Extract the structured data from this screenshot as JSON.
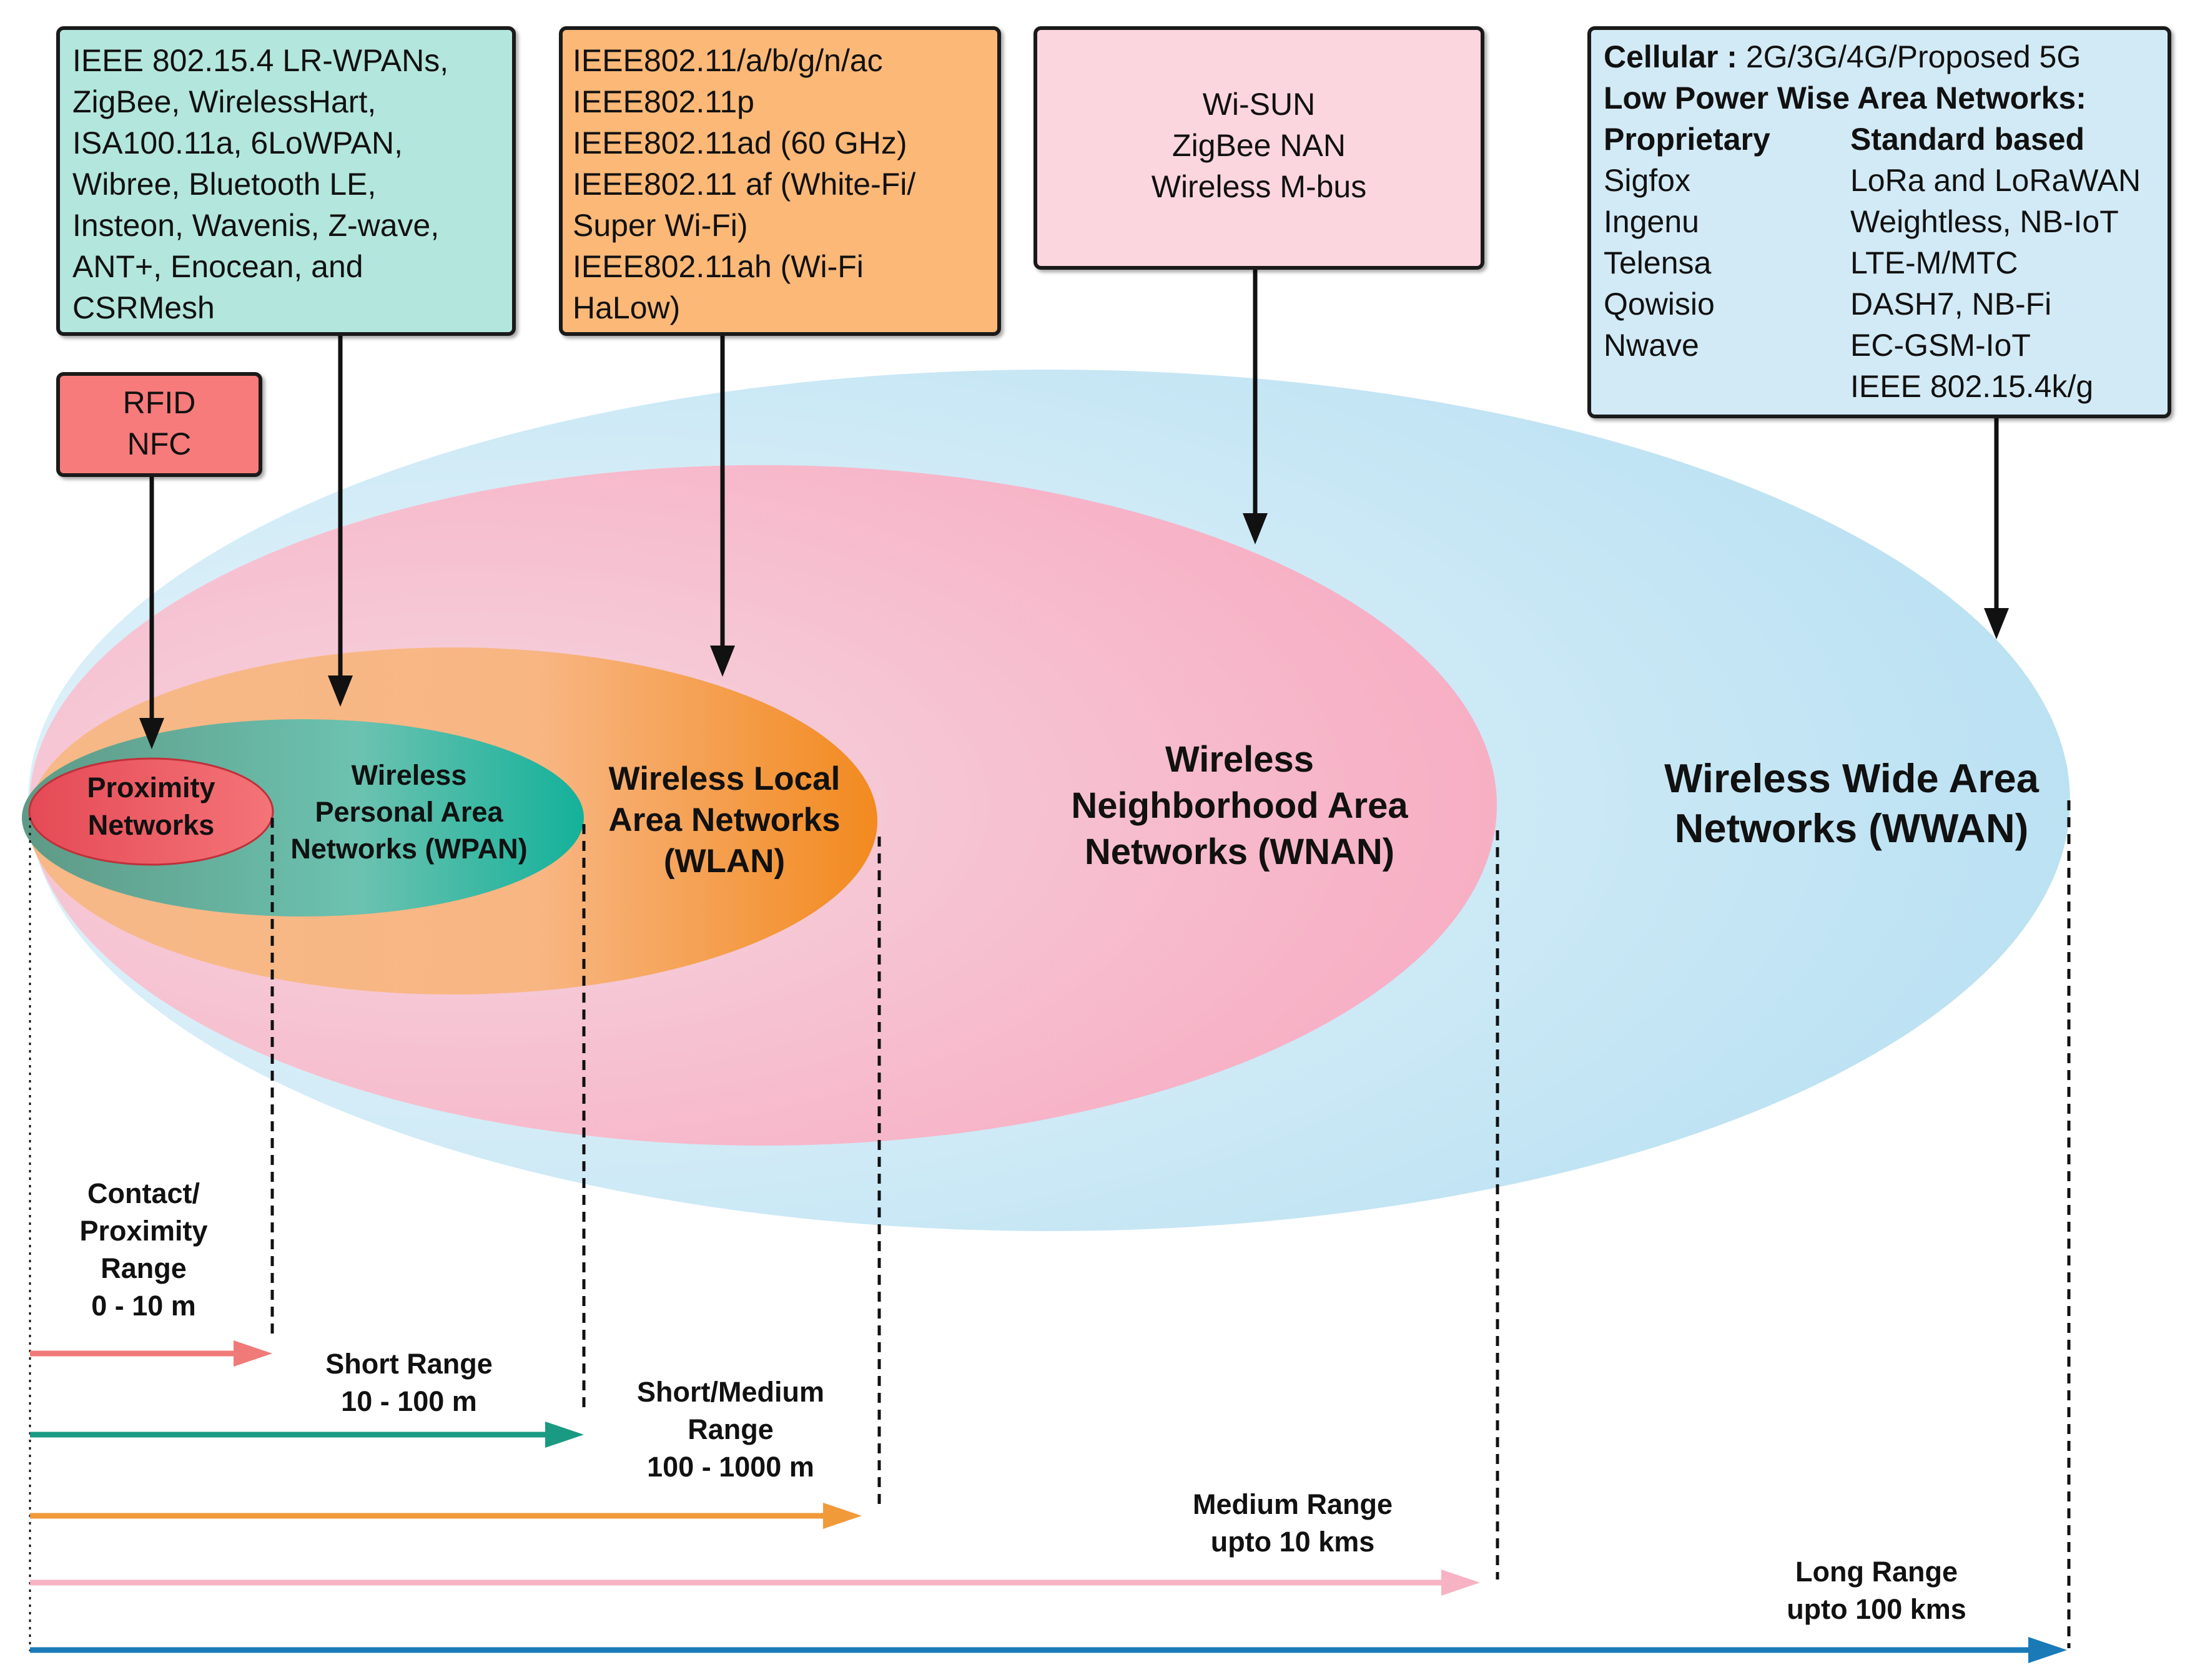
{
  "boxes": {
    "wpan": [
      "IEEE 802.15.4 LR-WPANs,",
      "ZigBee, WirelessHart,",
      "ISA100.11a, 6LoWPAN,",
      "Wibree, Bluetooth LE,",
      "Insteon, Wavenis, Z-wave,",
      "ANT+, Enocean, and",
      "CSRMesh"
    ],
    "wlan": [
      "IEEE802.11/a/b/g/n/ac",
      "IEEE802.11p",
      "IEEE802.11ad (60 GHz)",
      "IEEE802.11 af (White-Fi/",
      "Super Wi-Fi)",
      "IEEE802.11ah (Wi-Fi",
      "HaLow)"
    ],
    "wnan": [
      "Wi-SUN",
      "ZigBee NAN",
      "Wireless M-bus"
    ],
    "rfid": [
      "RFID",
      "NFC"
    ],
    "wwan": {
      "cellular_label": "Cellular :",
      "cellular_value": " 2G/3G/4G/Proposed 5G",
      "lpwan_title": "Low Power Wise Area Networks:",
      "col1_header": "Proprietary",
      "col2_header": "Standard based",
      "rows": [
        {
          "prop": "Sigfox",
          "std": "LoRa and LoRaWAN"
        },
        {
          "prop": "Ingenu",
          "std": "Weightless, NB-IoT"
        },
        {
          "prop": "Telensa",
          "std": "LTE-M/MTC"
        },
        {
          "prop": "Qowisio",
          "std": "DASH7, NB-Fi"
        },
        {
          "prop": "Nwave",
          "std": "EC-GSM-IoT"
        },
        {
          "prop": "",
          "std": "IEEE 802.15.4k/g"
        }
      ]
    }
  },
  "networks": {
    "proximity": [
      "Proximity",
      "Networks"
    ],
    "wpan": [
      "Wireless",
      "Personal Area",
      "Networks (WPAN)"
    ],
    "wlan": [
      "Wireless Local",
      "Area Networks",
      "(WLAN)"
    ],
    "wnan": [
      "Wireless",
      "Neighborhood Area",
      "Networks  (WNAN)"
    ],
    "wwan": [
      "Wireless Wide Area",
      "Networks (WWAN)"
    ]
  },
  "ranges": {
    "contact": [
      "Contact/",
      "Proximity",
      "Range",
      "0 - 10 m"
    ],
    "short": [
      "Short Range",
      "10 - 100 m"
    ],
    "short_medium": [
      "Short/Medium",
      "Range",
      "100 - 1000 m"
    ],
    "medium": [
      "Medium Range",
      "upto 10 kms"
    ],
    "long": [
      "Long Range",
      "upto 100 kms"
    ]
  },
  "colors": {
    "wwan": "#c5e6f4",
    "wnan": "#f6b6c9",
    "wlan": "#f5902a",
    "wpan": "#1aa891",
    "proximity": "#e8454f",
    "arrow_contact": "#f07a78",
    "arrow_short": "#1a9a82",
    "arrow_short_medium": "#f09a3a",
    "arrow_medium": "#f7b3c4",
    "arrow_long": "#1a7ab8"
  }
}
